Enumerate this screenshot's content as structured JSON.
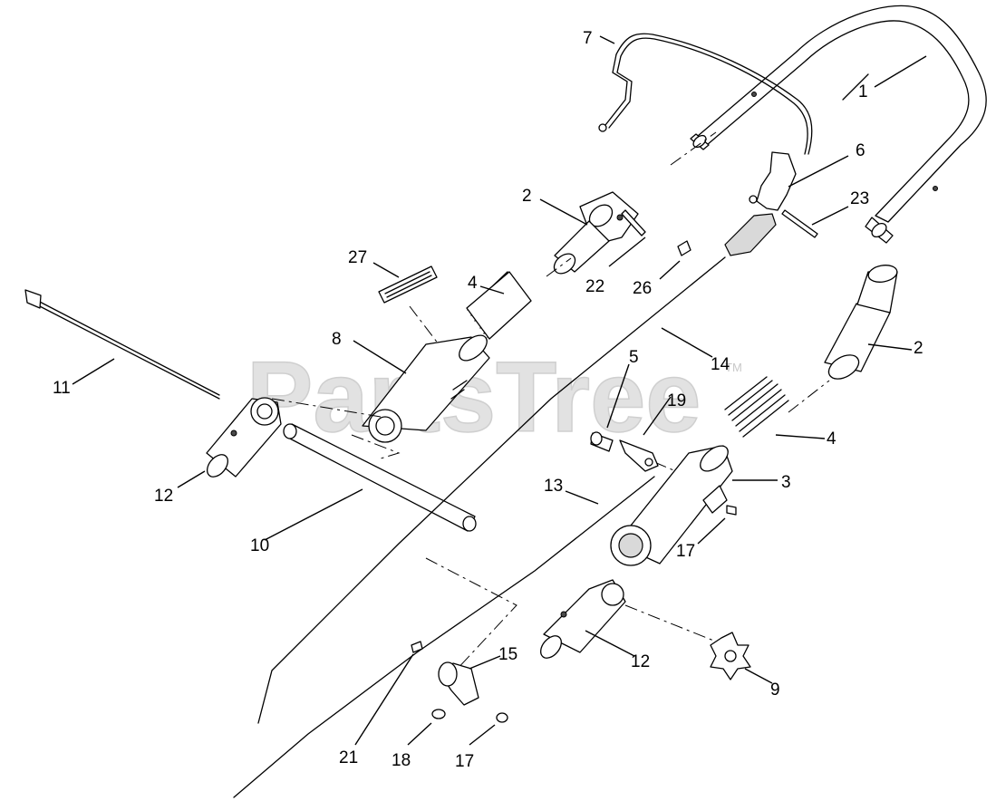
{
  "watermark": {
    "text": "PartsTree",
    "tm": "TM"
  },
  "callouts": [
    {
      "id": "c1",
      "text": "1"
    },
    {
      "id": "c7",
      "text": "7"
    },
    {
      "id": "c6",
      "text": "6"
    },
    {
      "id": "c23",
      "text": "23"
    },
    {
      "id": "c2a",
      "text": "2"
    },
    {
      "id": "c22",
      "text": "22"
    },
    {
      "id": "c26",
      "text": "26"
    },
    {
      "id": "c27",
      "text": "27"
    },
    {
      "id": "c4a",
      "text": "4"
    },
    {
      "id": "c8",
      "text": "8"
    },
    {
      "id": "c14",
      "text": "14"
    },
    {
      "id": "c2b",
      "text": "2"
    },
    {
      "id": "c11",
      "text": "11"
    },
    {
      "id": "c5",
      "text": "5"
    },
    {
      "id": "c19",
      "text": "19"
    },
    {
      "id": "c4b",
      "text": "4"
    },
    {
      "id": "c3",
      "text": "3"
    },
    {
      "id": "c12a",
      "text": "12"
    },
    {
      "id": "c13",
      "text": "13"
    },
    {
      "id": "c10",
      "text": "10"
    },
    {
      "id": "c17a",
      "text": "17"
    },
    {
      "id": "c12b",
      "text": "12"
    },
    {
      "id": "c15",
      "text": "15"
    },
    {
      "id": "c9",
      "text": "9"
    },
    {
      "id": "c21",
      "text": "21"
    },
    {
      "id": "c18",
      "text": "18"
    },
    {
      "id": "c17b",
      "text": "17"
    }
  ]
}
